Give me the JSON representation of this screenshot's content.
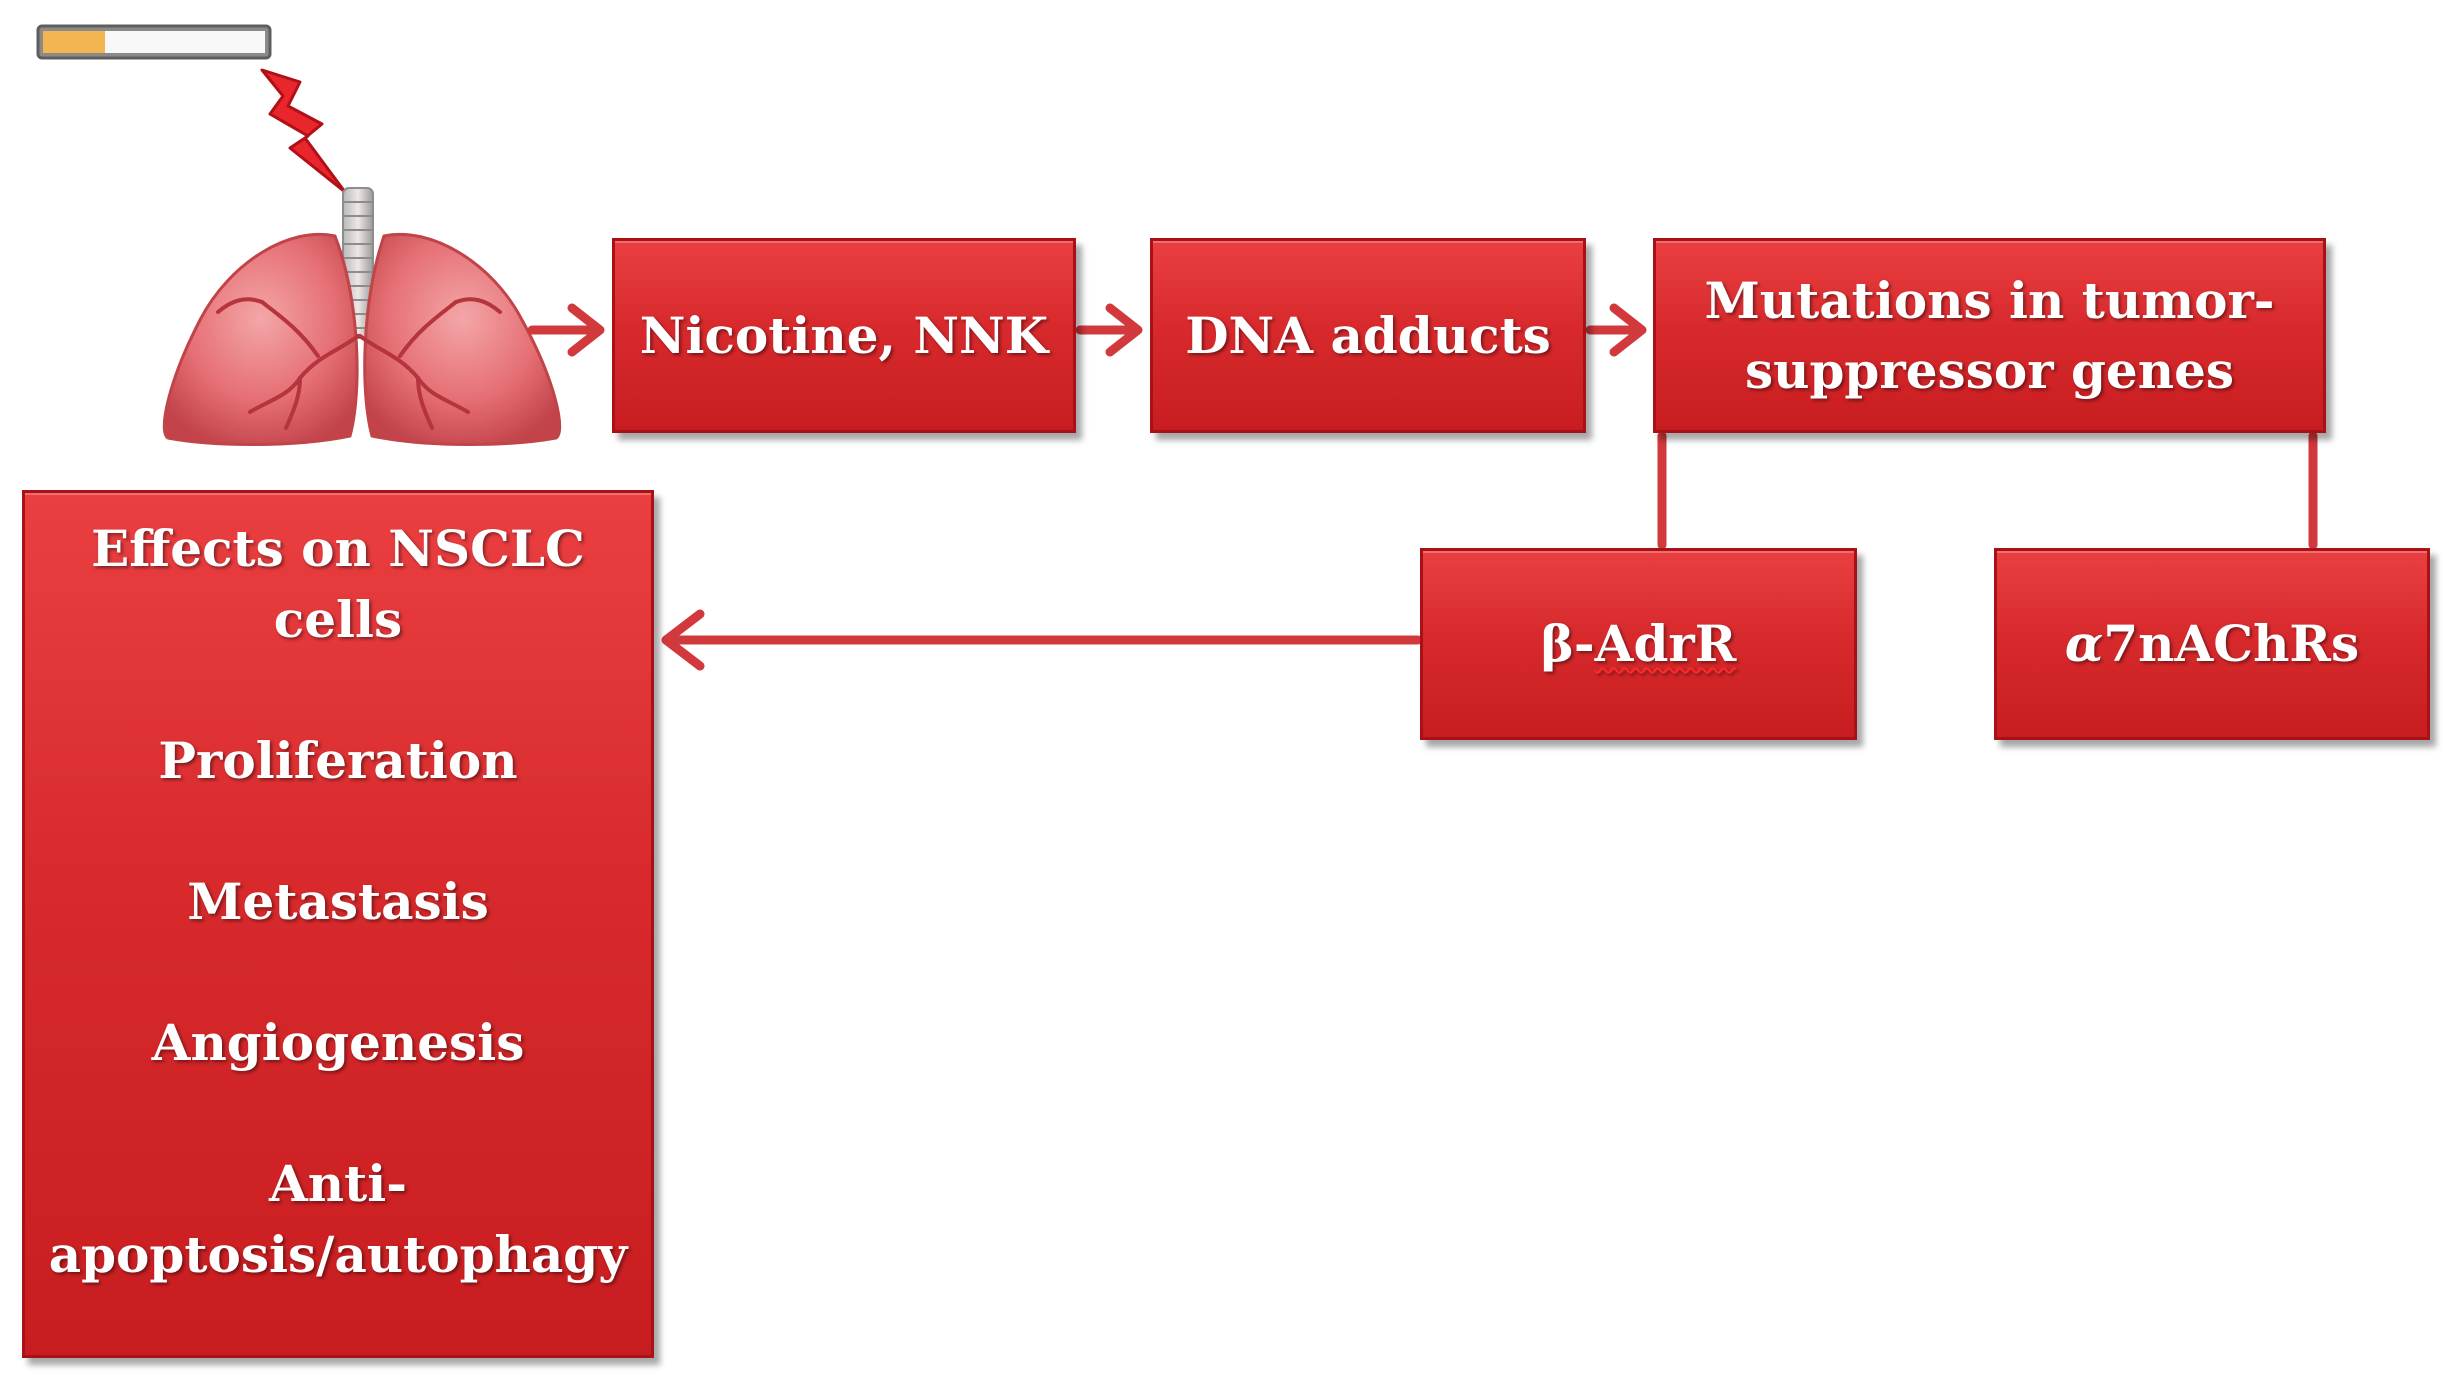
{
  "nodes": {
    "nicotine": "Nicotine, NNK",
    "dna_adducts": "DNA adducts",
    "mutations_line1": "Mutations in tumor-",
    "mutations_line2": "suppressor genes",
    "beta_prefix": "β-",
    "beta_suffix": "AdrR",
    "alpha_prefix": "α",
    "alpha_suffix": "7nAChRs"
  },
  "effects": {
    "title_line1": "Effects on NSCLC",
    "title_line2": "cells",
    "items": [
      "Proliferation",
      "Metastasis",
      "Angiogenesis"
    ],
    "last_line1": "Anti-",
    "last_line2": "apoptosis/autophagy"
  },
  "colors": {
    "box_fill": "#d82a2d",
    "box_border": "#a81216",
    "arrow": "#d2393d",
    "box_text": "#ffffff"
  },
  "icons": [
    "cigarette-icon",
    "lightning-bolt-icon",
    "lungs-icon"
  ]
}
